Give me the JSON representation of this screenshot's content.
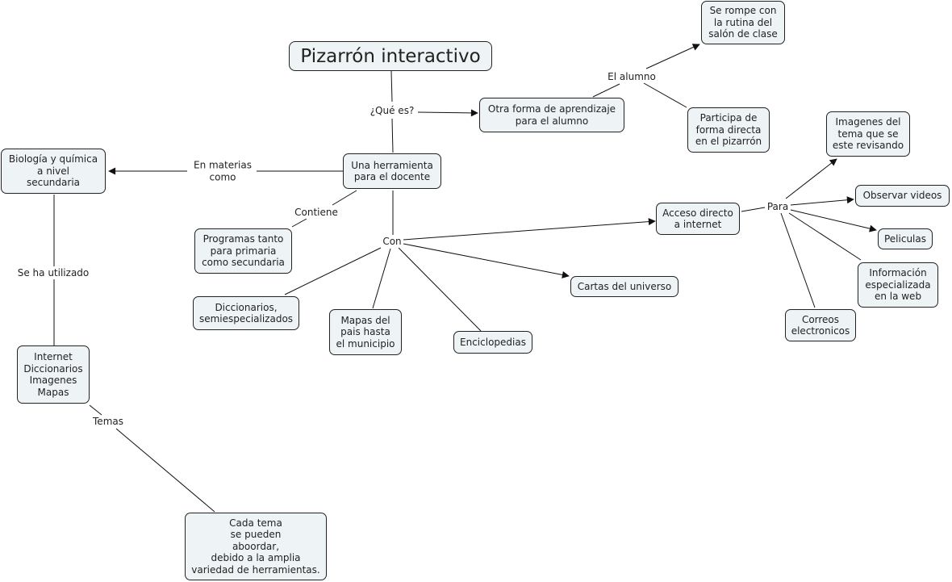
{
  "map": {
    "title": "Pizarrón interactivo",
    "colors": {
      "node_fill": "#eef3f5",
      "node_border": "#222222",
      "line": "#111111",
      "text": "#222222"
    },
    "concepts": {
      "pizarron": "Pizarrón interactivo",
      "otra_forma": "Otra forma de aprendizaje\npara el alumno",
      "se_rompe": "Se rompe con\nla rutina del\nsalón de clase",
      "participa": "Participa de\nforma directa\nen el pizarrón",
      "herramienta": "Una herramienta\npara el docente",
      "biologia": "Biología y química\na nivel\nsecundaria",
      "programas": "Programas tanto\npara primaria\ncomo secundaria",
      "diccionarios": "Diccionarios,\nsemiespecializados",
      "mapas": "Mapas del\npais hasta\nel municipio",
      "enciclopedias": "Enciclopedias",
      "cartas": "Cartas del universo",
      "acceso": "Acceso directo\na internet",
      "imagenes_tema": "Imagenes del\ntema que se\neste revisando",
      "videos": "Observar videos",
      "peliculas": "Peliculas",
      "informacion": "Información\nespecializada\nen la web",
      "correos": "Correos\nelectronicos",
      "internet_list": "Internet\nDiccionarios\nImagenes\nMapas",
      "cada_tema": "Cada tema\nse pueden\naboordar,\ndebido a la amplia\nvariedad de herramientas."
    },
    "linking_phrases": {
      "que_es": "¿Qué es?",
      "el_alumno": "El alumno",
      "en_materias": "En materias\ncomo",
      "contiene": "Contiene",
      "con": "Con",
      "para": "Para",
      "se_ha_utilizado": "Se ha utilizado",
      "temas": "Temas"
    },
    "connections": [
      {
        "from": "pizarron",
        "via": "que_es",
        "to": "otra_forma",
        "arrow": true
      },
      {
        "from": "pizarron",
        "via": "que_es",
        "to": "herramienta",
        "arrow": false
      },
      {
        "from": "otra_forma",
        "via": "el_alumno",
        "to": "se_rompe",
        "arrow": true
      },
      {
        "from": "otra_forma",
        "via": "el_alumno",
        "to": "participa",
        "arrow": false
      },
      {
        "from": "herramienta",
        "via": "en_materias",
        "to": "biologia",
        "arrow": true
      },
      {
        "from": "herramienta",
        "via": "contiene",
        "to": "programas",
        "arrow": false
      },
      {
        "from": "herramienta",
        "via": "con",
        "to": "acceso",
        "arrow": true
      },
      {
        "from": "herramienta",
        "via": "con",
        "to": "cartas",
        "arrow": true
      },
      {
        "from": "herramienta",
        "via": "con",
        "to": "diccionarios",
        "arrow": false
      },
      {
        "from": "herramienta",
        "via": "con",
        "to": "mapas",
        "arrow": false
      },
      {
        "from": "herramienta",
        "via": "con",
        "to": "enciclopedias",
        "arrow": false
      },
      {
        "from": "acceso",
        "via": "para",
        "to": "imagenes_tema",
        "arrow": true
      },
      {
        "from": "acceso",
        "via": "para",
        "to": "videos",
        "arrow": true
      },
      {
        "from": "acceso",
        "via": "para",
        "to": "peliculas",
        "arrow": true
      },
      {
        "from": "acceso",
        "via": "para",
        "to": "informacion",
        "arrow": false
      },
      {
        "from": "acceso",
        "via": "para",
        "to": "correos",
        "arrow": false
      },
      {
        "from": "biologia",
        "via": "se_ha_utilizado",
        "to": "internet_list",
        "arrow": false
      },
      {
        "from": "internet_list",
        "via": "temas",
        "to": "cada_tema",
        "arrow": false
      }
    ]
  }
}
